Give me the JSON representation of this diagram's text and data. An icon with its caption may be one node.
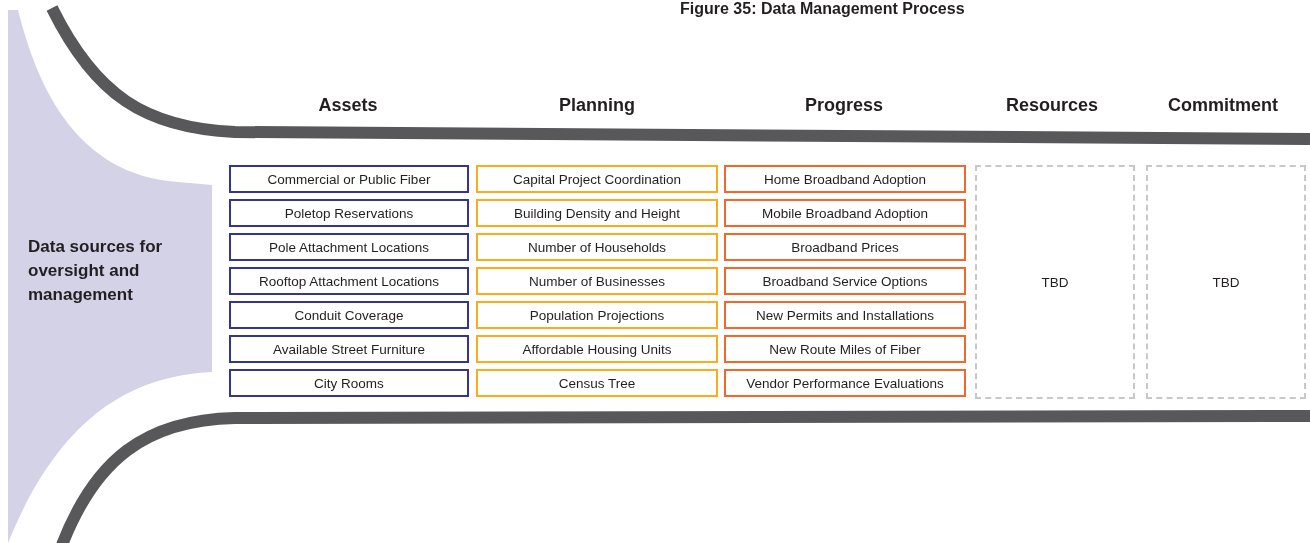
{
  "diagram": {
    "title": "Figure 35: Data Management Process",
    "nodes": [
      {
        "text": [
          "Data sources for oversight and management"
        ]
      },
      {
        "text": [
          "Commercial or Public Fiber"
        ]
      },
      {
        "text": [
          "Poletop Reservations"
        ]
      },
      {
        "text": [
          "Pole Attachment Locations"
        ]
      },
      {
        "text": [
          "Rooftop Attachment Locations"
        ]
      },
      {
        "text": [
          "Conduit Coverage"
        ]
      },
      {
        "text": [
          "Available Street Furniture"
        ]
      },
      {
        "text": [
          "City Rooms"
        ]
      },
      {
        "text": [
          "Capital Project Coordination"
        ]
      },
      {
        "text": [
          "Building Density and Height"
        ]
      },
      {
        "text": [
          "Number of Households"
        ]
      },
      {
        "text": [
          "Number of Businesses"
        ]
      },
      {
        "text": [
          "Population Projections"
        ]
      },
      {
        "text": [
          "Affordable Housing Units"
        ]
      },
      {
        "text": [
          "Census Tree"
        ]
      },
      {
        "text": [
          "Home Broadband Adoption"
        ]
      },
      {
        "text": [
          "Mobile Broadband Adoption"
        ]
      },
      {
        "text": [
          "Broadband Prices"
        ]
      },
      {
        "text": [
          "Broadband Service Options"
        ]
      },
      {
        "text": [
          "New Permits and Installations"
        ]
      },
      {
        "text": [
          "New Route Miles of Fiber"
        ]
      },
      {
        "text": [
          "Vendor Performance Evaluations"
        ]
      },
      {
        "text": [
          "TBD"
        ]
      },
      {
        "text": [
          "TBD"
        ]
      }
    ],
    "labels": [
      "Assets",
      "Planning",
      "Progress",
      "Resources",
      "Commitment"
    ]
  }
}
